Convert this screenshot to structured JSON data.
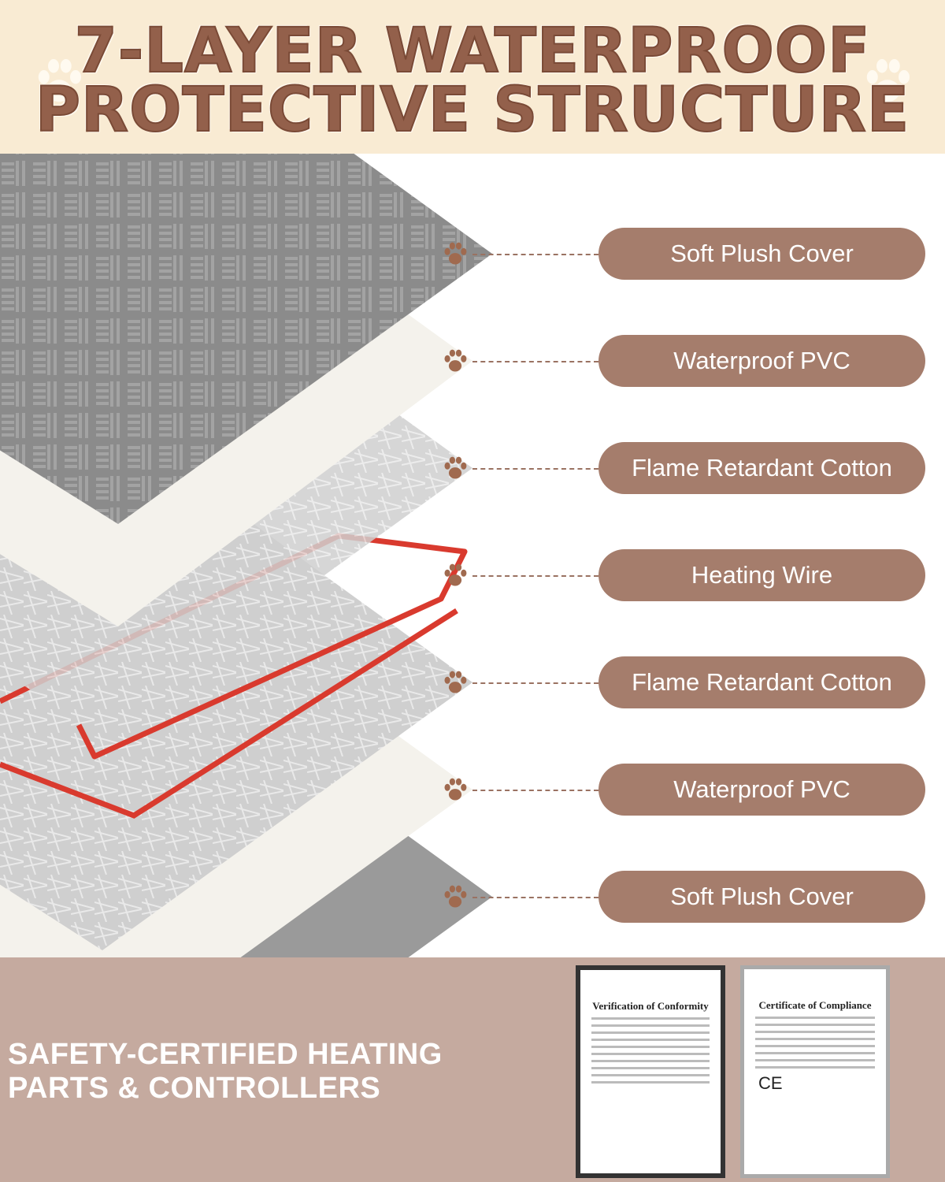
{
  "header": {
    "title_line1": "7-LAYER WATERPROOF",
    "title_line2": "PROTECTIVE STRUCTURE"
  },
  "layers": [
    {
      "label": "Soft Plush Cover",
      "icon": "paw-icon"
    },
    {
      "label": "Waterproof PVC",
      "icon": "paw-icon"
    },
    {
      "label": "Flame Retardant Cotton",
      "icon": "paw-icon"
    },
    {
      "label": "Heating Wire",
      "icon": "paw-icon"
    },
    {
      "label": "Flame Retardant Cotton",
      "icon": "paw-icon"
    },
    {
      "label": "Waterproof PVC",
      "icon": "paw-icon"
    },
    {
      "label": "Soft Plush Cover",
      "icon": "paw-icon"
    }
  ],
  "footer": {
    "line1": "SAFETY-CERTIFIED HEATING",
    "line2": "PARTS & CONTROLLERS",
    "cert1_title": "Verification of Conformity",
    "cert2_title": "Certificate of Compliance",
    "cert2_mark": "CE"
  },
  "colors": {
    "header_bg": "#f9ebd3",
    "title": "#93604b",
    "pill": "#a57d6c",
    "footer_bg": "#c5aa9f",
    "wire": "#d93a2e"
  }
}
